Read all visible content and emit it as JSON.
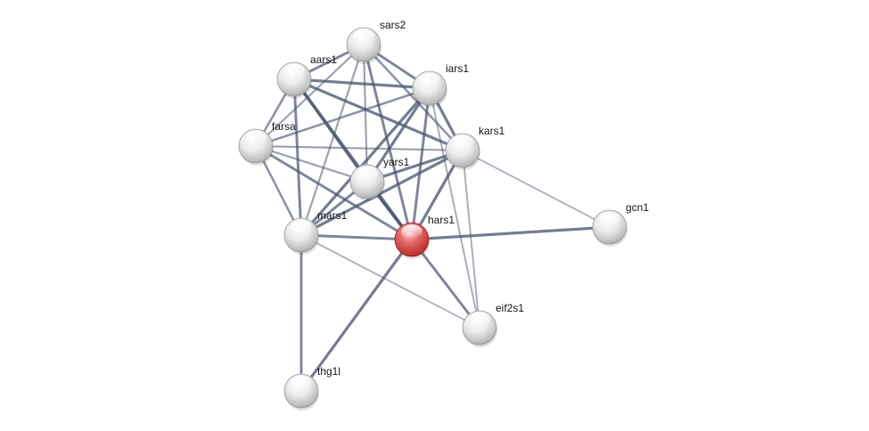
{
  "network": {
    "query_node": "hars1",
    "colors": {
      "background": "#ffffff",
      "node_fill": "#e6e6e6",
      "query_node_fill": "#d23a3a",
      "edge": "#4c5570",
      "label": "#1a1a1a"
    },
    "nodes": [
      {
        "id": "sars2",
        "label": "sars2",
        "query": false
      },
      {
        "id": "aars1",
        "label": "aars1",
        "query": false
      },
      {
        "id": "iars1",
        "label": "iars1",
        "query": false
      },
      {
        "id": "farsa",
        "label": "farsa",
        "query": false
      },
      {
        "id": "kars1",
        "label": "kars1",
        "query": false
      },
      {
        "id": "yars1",
        "label": "yars1",
        "query": false
      },
      {
        "id": "mars1",
        "label": "mars1",
        "query": false
      },
      {
        "id": "hars1",
        "label": "hars1",
        "query": true
      },
      {
        "id": "gcn1",
        "label": "gcn1",
        "query": false
      },
      {
        "id": "eif2s1",
        "label": "eif2s1",
        "query": false
      },
      {
        "id": "thg1l",
        "label": "thg1l",
        "query": false
      }
    ],
    "edges": [
      {
        "source": "sars2",
        "target": "aars1",
        "strength": 0.75
      },
      {
        "source": "sars2",
        "target": "iars1",
        "strength": 0.75
      },
      {
        "source": "sars2",
        "target": "farsa",
        "strength": 0.45
      },
      {
        "source": "sars2",
        "target": "kars1",
        "strength": 0.6
      },
      {
        "source": "sars2",
        "target": "yars1",
        "strength": 0.45
      },
      {
        "source": "sars2",
        "target": "mars1",
        "strength": 0.45
      },
      {
        "source": "sars2",
        "target": "hars1",
        "strength": 0.75
      },
      {
        "source": "aars1",
        "target": "iars1",
        "strength": 0.85
      },
      {
        "source": "aars1",
        "target": "farsa",
        "strength": 0.6
      },
      {
        "source": "aars1",
        "target": "kars1",
        "strength": 0.85
      },
      {
        "source": "aars1",
        "target": "yars1",
        "strength": 0.6
      },
      {
        "source": "aars1",
        "target": "mars1",
        "strength": 0.75
      },
      {
        "source": "aars1",
        "target": "hars1",
        "strength": 1.0
      },
      {
        "source": "iars1",
        "target": "farsa",
        "strength": 0.6
      },
      {
        "source": "iars1",
        "target": "kars1",
        "strength": 0.85
      },
      {
        "source": "iars1",
        "target": "yars1",
        "strength": 0.85
      },
      {
        "source": "iars1",
        "target": "mars1",
        "strength": 0.85
      },
      {
        "source": "iars1",
        "target": "hars1",
        "strength": 0.75
      },
      {
        "source": "iars1",
        "target": "eif2s1",
        "strength": 0.35
      },
      {
        "source": "farsa",
        "target": "kars1",
        "strength": 0.45
      },
      {
        "source": "farsa",
        "target": "yars1",
        "strength": 0.45
      },
      {
        "source": "farsa",
        "target": "mars1",
        "strength": 0.6
      },
      {
        "source": "farsa",
        "target": "hars1",
        "strength": 0.75
      },
      {
        "source": "kars1",
        "target": "yars1",
        "strength": 0.85
      },
      {
        "source": "kars1",
        "target": "mars1",
        "strength": 0.85
      },
      {
        "source": "kars1",
        "target": "hars1",
        "strength": 0.85
      },
      {
        "source": "kars1",
        "target": "gcn1",
        "strength": 0.3
      },
      {
        "source": "kars1",
        "target": "eif2s1",
        "strength": 0.35
      },
      {
        "source": "yars1",
        "target": "mars1",
        "strength": 0.75
      },
      {
        "source": "yars1",
        "target": "hars1",
        "strength": 0.85
      },
      {
        "source": "mars1",
        "target": "hars1",
        "strength": 0.75
      },
      {
        "source": "mars1",
        "target": "thg1l",
        "strength": 0.75
      },
      {
        "source": "mars1",
        "target": "eif2s1",
        "strength": 0.3
      },
      {
        "source": "hars1",
        "target": "gcn1",
        "strength": 0.85
      },
      {
        "source": "hars1",
        "target": "eif2s1",
        "strength": 0.75
      },
      {
        "source": "hars1",
        "target": "thg1l",
        "strength": 0.85
      }
    ]
  }
}
